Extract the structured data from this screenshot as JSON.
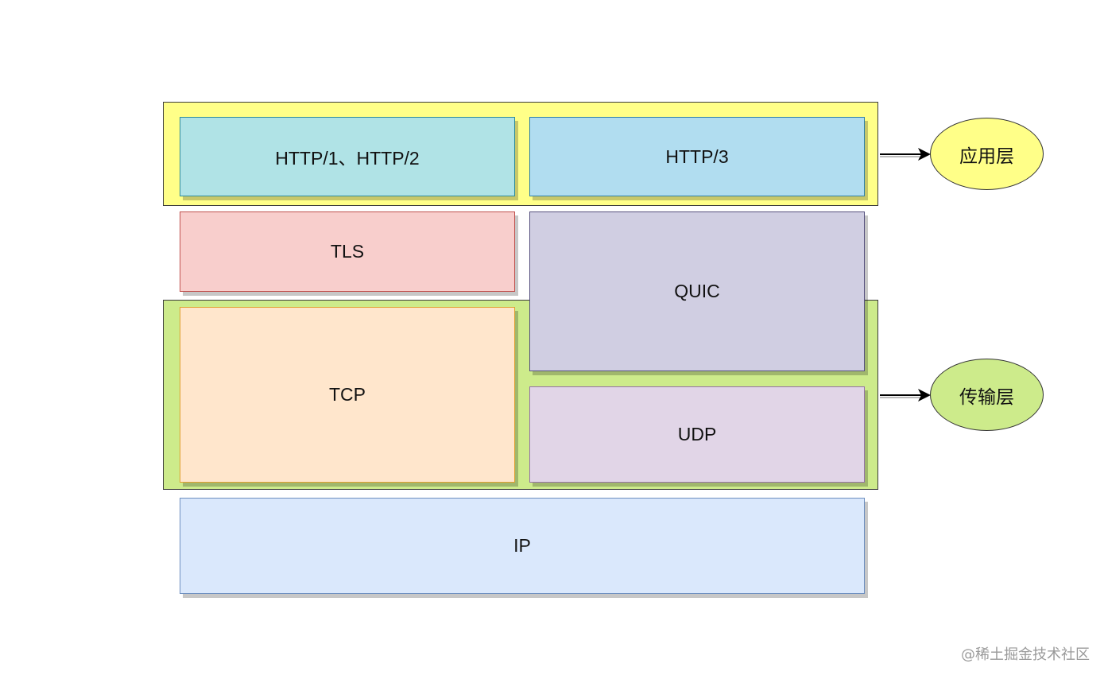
{
  "boxes": {
    "http12": "HTTP/1、HTTP/2",
    "http3": "HTTP/3",
    "tls": "TLS",
    "quic": "QUIC",
    "tcp": "TCP",
    "udp": "UDP",
    "ip": "IP"
  },
  "layers": {
    "application": "应用层",
    "transport": "传输层"
  },
  "colors": {
    "application_group": "#ffff88",
    "transport_group": "#cdeb8b",
    "http12": "#b0e3e6",
    "http3": "#b1ddf0",
    "tls": "#f8cecc",
    "quic": "#d0cee2",
    "tcp": "#ffe6cc",
    "udp": "#e1d5e7",
    "ip": "#dae8fc"
  },
  "watermark": "@稀土掘金技术社区"
}
